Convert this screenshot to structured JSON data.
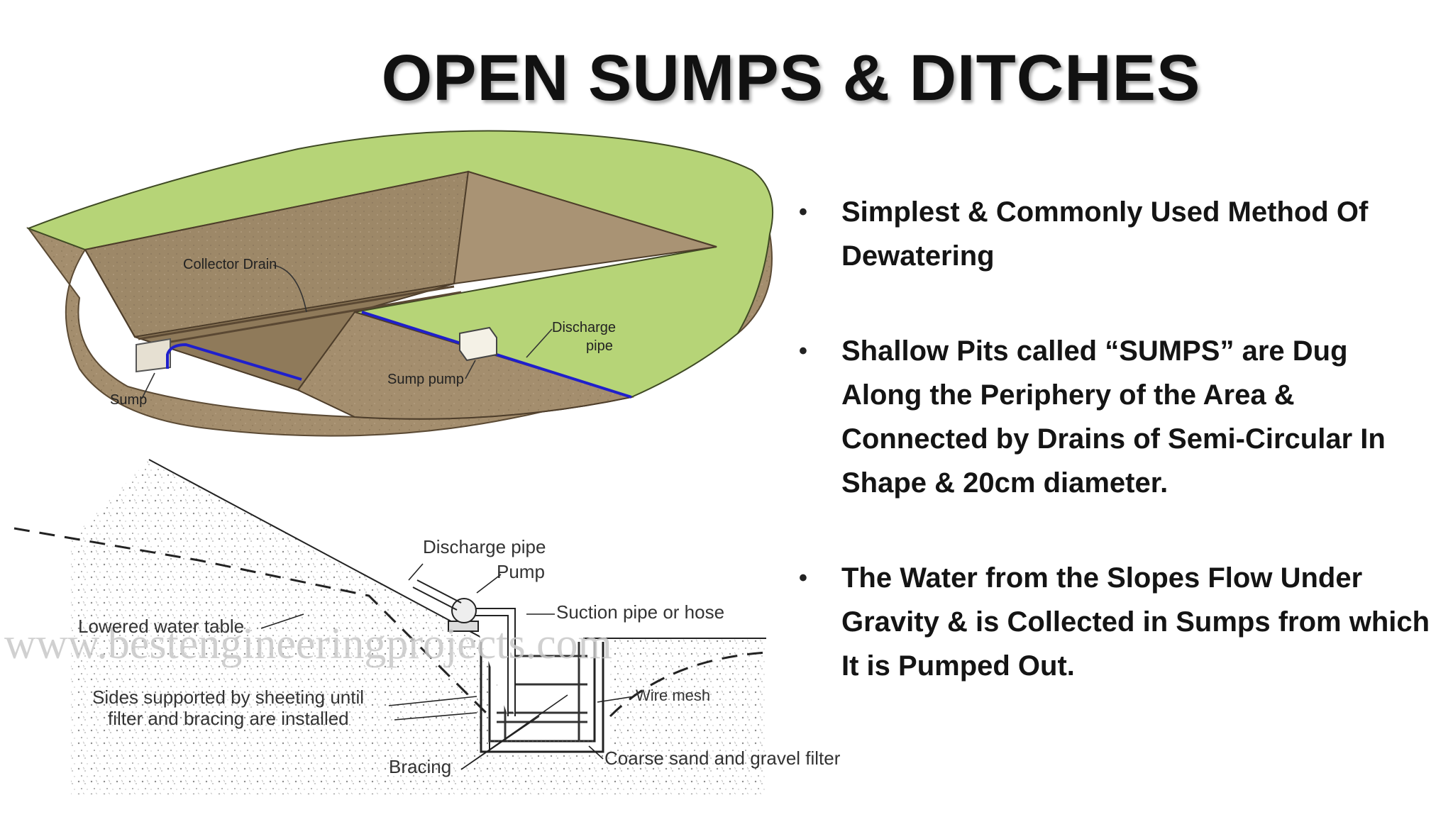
{
  "slide": {
    "title": "OPEN SUMPS & DITCHES",
    "bullets": [
      "Simplest & Commonly Used Method Of Dewatering",
      "Shallow Pits called “SUMPS” are Dug Along the Periphery of the Area & Connected by Drains of Semi-Circular In Shape & 20cm diameter.",
      "The Water from the Slopes Flow Under Gravity & is Collected in Sumps from which It is Pumped Out."
    ],
    "bullet_glyph": "•"
  },
  "diagram_top": {
    "labels": {
      "collector_drain": "Collector Drain",
      "discharge": "Discharge",
      "pipe": "pipe",
      "sump_pump": "Sump pump",
      "sump": "Sump"
    },
    "colors": {
      "ground": "#a18c6c",
      "grass": "#b5d476",
      "pipe": "#1a1acc"
    }
  },
  "diagram_bottom": {
    "labels": {
      "discharge_pipe": "Discharge pipe",
      "pump": "Pump",
      "suction_pipe": "Suction pipe or hose",
      "lowered_water_table": "Lowered water table",
      "sides_line1": "Sides supported by sheeting until",
      "sides_line2": "filter and bracing are installed",
      "wire_mesh": "Wire mesh",
      "bracing": "Bracing",
      "filter": "Coarse sand and gravel filter"
    },
    "watermark": "www.bestengineeringprojects.com"
  }
}
